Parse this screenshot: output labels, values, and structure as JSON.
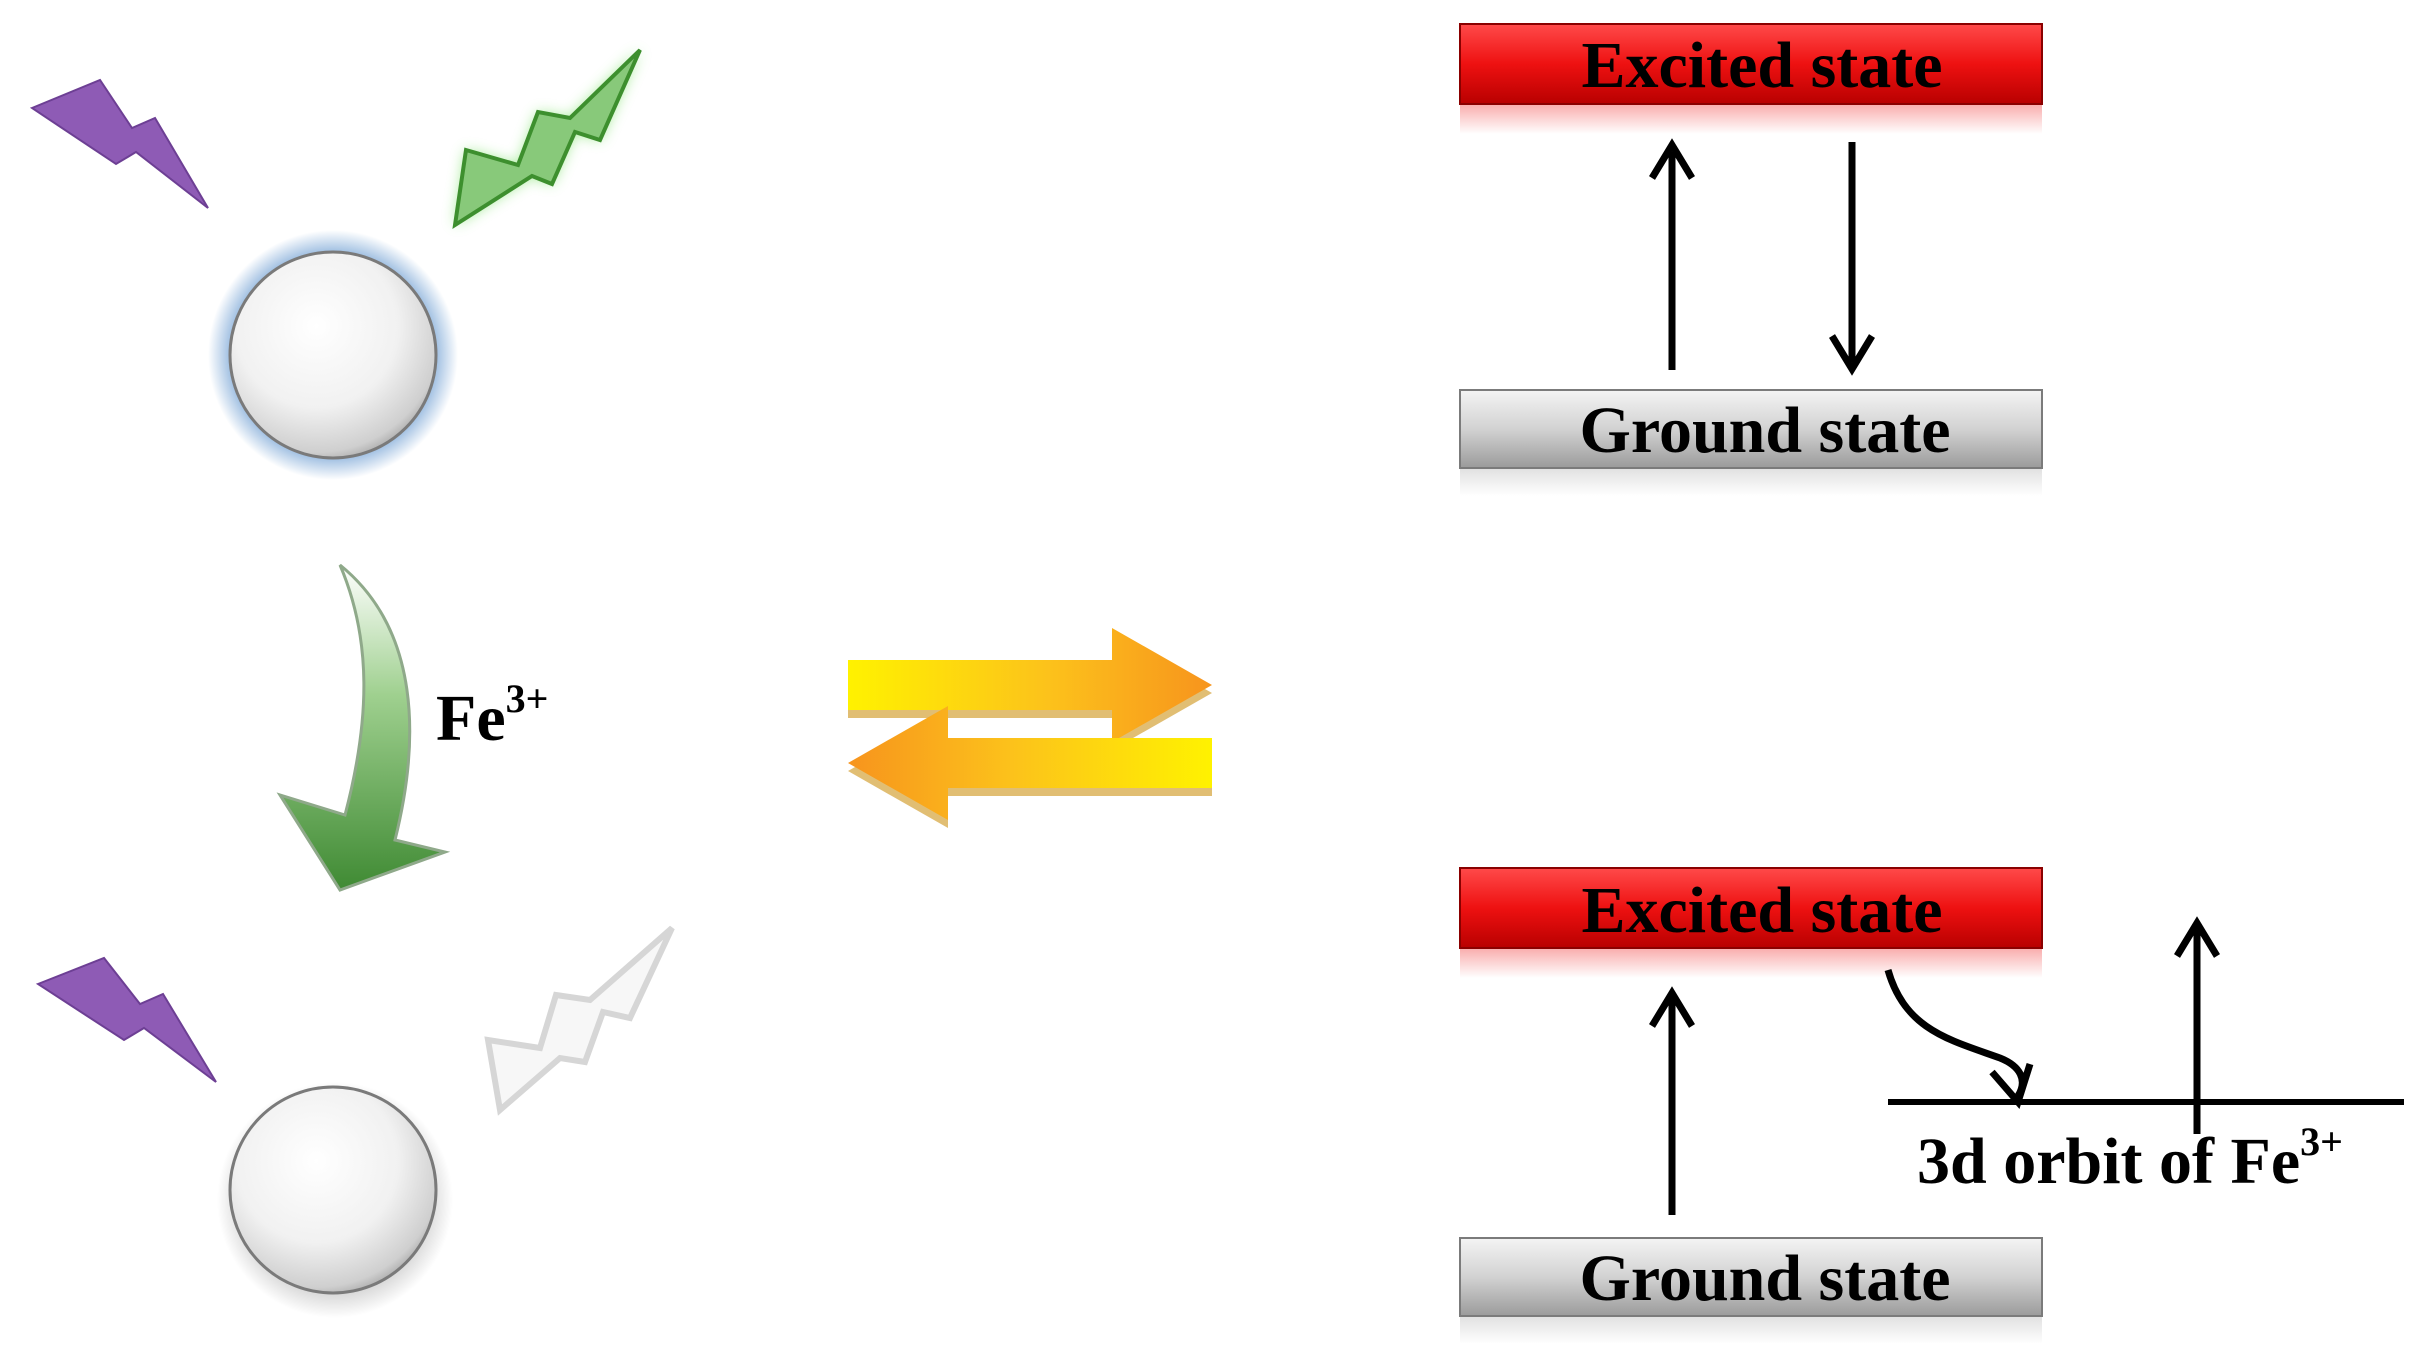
{
  "left_panel": {
    "quencher_label": "Fe",
    "quencher_charge": "3+"
  },
  "diagram_top": {
    "excited_label": "Excited state",
    "ground_label": "Ground state"
  },
  "diagram_bottom": {
    "excited_label": "Excited state",
    "ground_label": "Ground state",
    "orbit_label": "3d orbit of Fe",
    "orbit_charge": "3+"
  },
  "colors": {
    "excitation_bolt": "#8e5bb5",
    "emission_bolt": "#5fb54a",
    "quenched_bolt": "#dcdcdc",
    "particle_glow": "#7aa6d6",
    "excited_bar": "#ee1111",
    "ground_bar": "#cfcfcf",
    "arrow_yellow": "#fff200",
    "arrow_orange": "#f7941d",
    "curved_arrow_green": "#4f9e3f"
  }
}
